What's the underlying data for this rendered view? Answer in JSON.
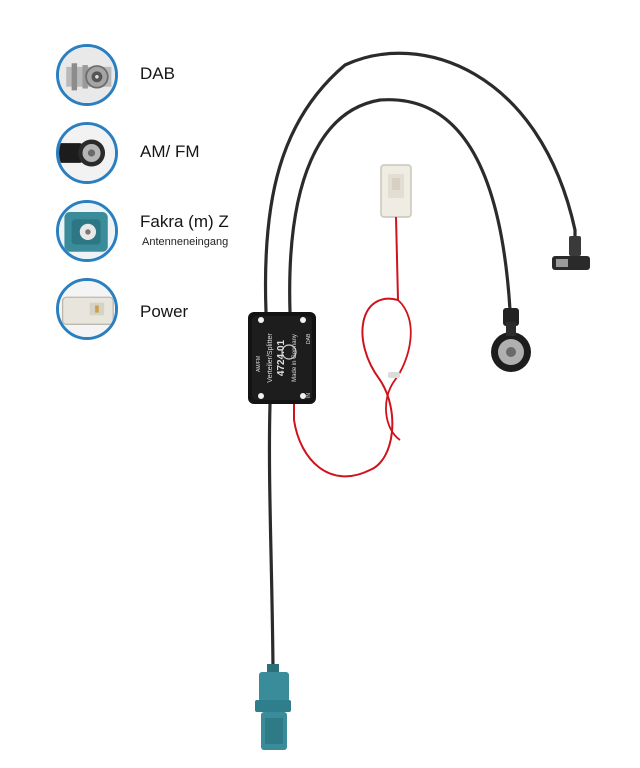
{
  "legend": {
    "items": [
      {
        "label": "DAB",
        "sub": "",
        "icon": "dab-connector-icon"
      },
      {
        "label": "AM/ FM",
        "sub": "",
        "icon": "am-fm-connector-icon"
      },
      {
        "label": "Fakra (m) Z",
        "sub": "Antenneneingang",
        "icon": "fakra-connector-icon"
      },
      {
        "label": "Power",
        "sub": "",
        "icon": "power-connector-icon"
      }
    ]
  },
  "device": {
    "label_model": "4724.01",
    "label_name": "Verteiler/Splitter",
    "label_origin": "Made in Germany",
    "label_port_in": "IN",
    "label_port_dab": "DAB",
    "label_port_amfm": "AM/FM"
  },
  "colors": {
    "accent_ring": "#2a7fc1",
    "fakra_teal": "#3a8c9a",
    "power_wire": "#d0121d",
    "antenna_cable": "#2b2b2b"
  }
}
